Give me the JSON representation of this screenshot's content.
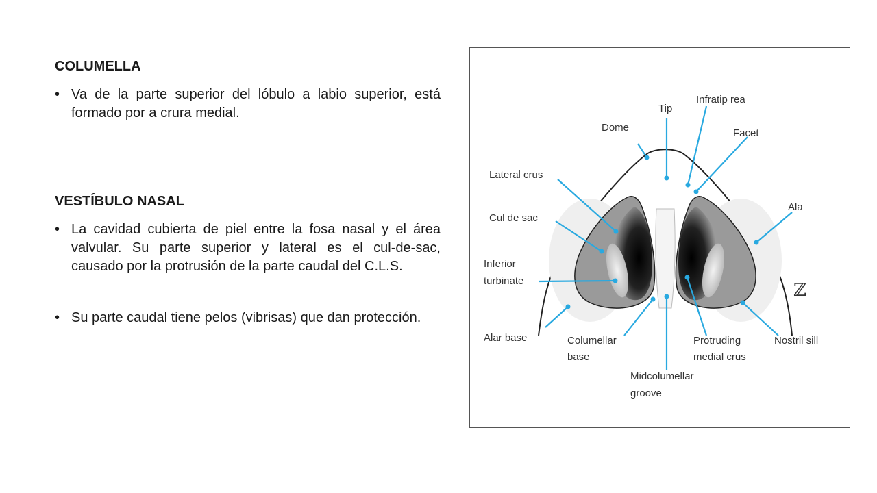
{
  "slide": {
    "section1": {
      "heading": "COLUMELLA",
      "bullets": [
        "Va de la parte superior del lóbulo a labio superior, está formado por a crura medial."
      ]
    },
    "section2": {
      "heading": "VESTÍBULO NASAL",
      "bullets": [
        "La cavidad cubierta de piel entre la fosa nasal y el área valvular. Su parte superior y lateral es el cul-de-sac, causado por la protrusión de la parte caudal del C.L.S.",
        "Su parte caudal tiene pelos (vibrisas) que dan protección."
      ]
    }
  },
  "diagram": {
    "accent_color": "#29a9e0",
    "labels": {
      "tip": "Tip",
      "infratip": "Infratip rea",
      "dome": "Dome",
      "facet": "Facet",
      "lateral_crus": "Lateral crus",
      "ala": "Ala",
      "cul_de_sac": "Cul de sac",
      "inferior_turbinate_1": "Inferior",
      "inferior_turbinate_2": "turbinate",
      "alar_base": "Alar base",
      "columellar_base_1": "Columellar",
      "columellar_base_2": "base",
      "midcolumellar_1": "Midcolumellar",
      "midcolumellar_2": "groove",
      "protruding_1": "Protruding",
      "protruding_2": "medial crus",
      "nostril_sill": "Nostril sill"
    },
    "signature_mark": "ℤ"
  }
}
